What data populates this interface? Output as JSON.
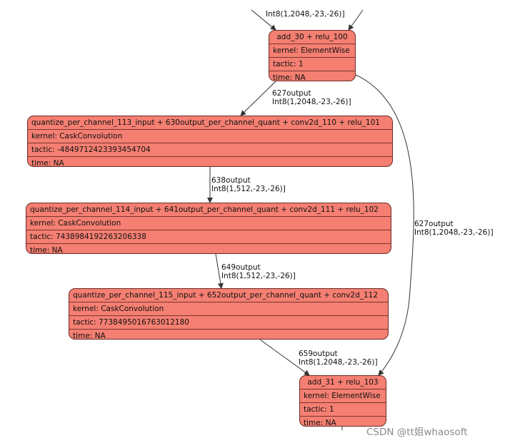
{
  "top_edge_label": "Int8(1,2048,-23,-26)]",
  "nodes": {
    "add30": {
      "title": "add_30 + relu_100",
      "kernel": "kernel: ElementWise",
      "tactic": "tactic: 1",
      "time": "time: NA"
    },
    "conv110": {
      "title": "quantize_per_channel_113_input + 630output_per_channel_quant + conv2d_110 + relu_101",
      "kernel": "kernel: CaskConvolution",
      "tactic": "tactic: -4849712423393454704",
      "time": "time: NA"
    },
    "conv111": {
      "title": "quantize_per_channel_114_input + 641output_per_channel_quant + conv2d_111 + relu_102",
      "kernel": "kernel: CaskConvolution",
      "tactic": "tactic: 7438984192263206338",
      "time": "time: NA"
    },
    "conv112": {
      "title": "quantize_per_channel_115_input + 652output_per_channel_quant + conv2d_112",
      "kernel": "kernel: CaskConvolution",
      "tactic": "tactic: 7738495016763012180",
      "time": "time: NA"
    },
    "add31": {
      "title": "add_31 + relu_103",
      "kernel": "kernel: ElementWise",
      "tactic": "tactic: 1",
      "time": "time: NA"
    }
  },
  "edges": {
    "e627a": {
      "line1": "627output",
      "line2": "Int8(1,2048,-23,-26)]"
    },
    "e638": {
      "line1": "638output",
      "line2": "Int8(1,512,-23,-26)]"
    },
    "e649": {
      "line1": "649output",
      "line2": "Int8(1,512,-23,-26)]"
    },
    "e659": {
      "line1": "659output",
      "line2": "Int8(1,2048,-23,-26)]"
    },
    "e627b": {
      "line1": "627output",
      "line2": "Int8(1,2048,-23,-26)]"
    }
  },
  "watermark": "CSDN @tt姐whaosoft"
}
